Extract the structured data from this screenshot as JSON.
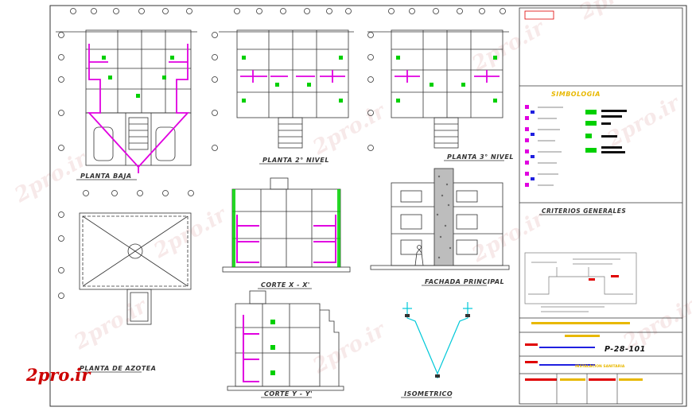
{
  "drawing": {
    "views": {
      "planta_baja": "PLANTA BAJA",
      "planta_2": "PLANTA 2° NIVEL",
      "planta_3": "PLANTA 3° NIVEL",
      "azotea": "PLANTA DE AZOTEA",
      "corte_x": "CORTE X - X'",
      "corte_y": "CORTE Y - Y'",
      "fachada": "FACHADA PRINCIPAL",
      "isometrico": "ISOMETRICO"
    }
  },
  "title_block": {
    "simbologia": "SIMBOLOGIA",
    "criterios": "CRITERIOS GENERALES",
    "sheet_number": "P-28-101",
    "sheet_title": "INSTALACION SANITARIA"
  },
  "watermark": {
    "logo": "2pro.ir",
    "repeat": "2pro.ir"
  },
  "colors": {
    "magenta": "#e000e0",
    "green": "#00d000",
    "cyan": "#00c8d8",
    "yellow": "#e8b800",
    "red": "#e00000",
    "blue": "#2020e0",
    "line": "#333333"
  }
}
